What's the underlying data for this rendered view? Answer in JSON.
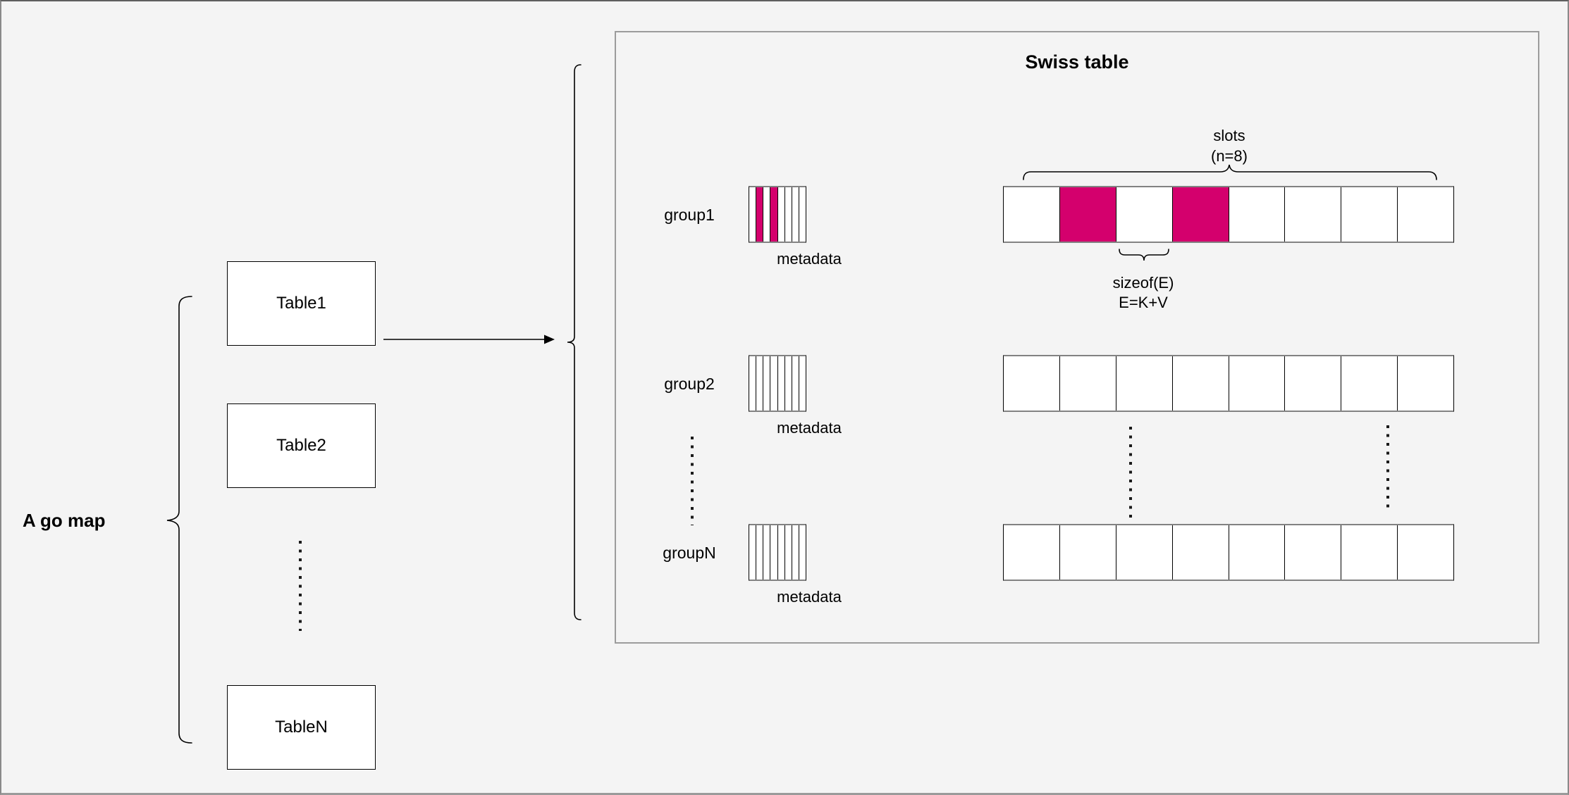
{
  "left": {
    "map_label": "A go map",
    "tables": [
      {
        "label": "Table1"
      },
      {
        "label": "Table2"
      },
      {
        "label": "TableN"
      }
    ]
  },
  "swiss": {
    "title": "Swiss table",
    "slots_annotation": {
      "line1": "slots",
      "line2": "(n=8)"
    },
    "sizeof_annotation": {
      "line1": "sizeof(E)",
      "line2": "E=K+V"
    },
    "metadata_label": "metadata",
    "slot_count": 8,
    "metadata_stripe_count": 8,
    "groups": [
      {
        "label": "group1",
        "metadata_highlighted": [
          1,
          3
        ],
        "slots_highlighted": [
          1,
          3
        ]
      },
      {
        "label": "group2",
        "metadata_highlighted": [],
        "slots_highlighted": []
      },
      {
        "label": "groupN",
        "metadata_highlighted": [],
        "slots_highlighted": []
      }
    ]
  },
  "colors": {
    "background": "#f4f4f4",
    "highlight": "#d4006d",
    "box_border": "#000000",
    "panel_border": "#9c9c9c"
  }
}
